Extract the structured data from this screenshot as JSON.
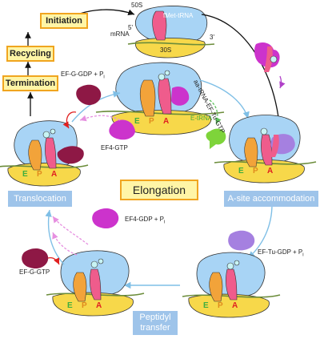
{
  "boxes": {
    "initiation": "Initiation",
    "recycling": "Recycling",
    "termination": "Termination",
    "elongation": "Elongation",
    "translocation": "Translocation",
    "a_site_accommodation": "A-site accommodation",
    "peptidyl_transfer_line1": "Peptidyl",
    "peptidyl_transfer_line2": "transfer"
  },
  "ribosome_labels": {
    "large_subunit": "50S",
    "small_subunit": "30S",
    "met_trna": "fMet-tRNA",
    "mrna": "mRNA",
    "five_prime": "5'",
    "three_prime": "3'"
  },
  "factor_labels": {
    "ef_g_gdp_main": "EF-G-GDP + P",
    "ef_g_gdp_sub": "i",
    "ef4_gtp": "EF4-GTP",
    "e_trna": "E-tRNA",
    "aa_trna_ef_tu_gtp": "aa-tRNA-EF-Tu-GTP",
    "ef4_gdp_main": "EF4-GDP + P",
    "ef4_gdp_sub": "i",
    "ef_tu_gdp_main": "EF-Tu-GDP + P",
    "ef_tu_gdp_sub": "i",
    "ef_g_gtp": "EF-G-GTP"
  },
  "sites": {
    "e": "E",
    "p": "P",
    "a": "A"
  },
  "colors": {
    "large_subunit": "#a8d4f5",
    "small_subunit": "#f7d84a",
    "trna_orange": "#f2a33a",
    "trna_pink": "#ef5c8c",
    "ef4_magenta": "#cc33cc",
    "ef_g_maroon": "#8e1845",
    "ef_tu_lavender": "#a580e0",
    "e_trna_green": "#7ed43a",
    "yellow_box_border": "#f0a51f",
    "blue_box": "#9ec4ea"
  }
}
